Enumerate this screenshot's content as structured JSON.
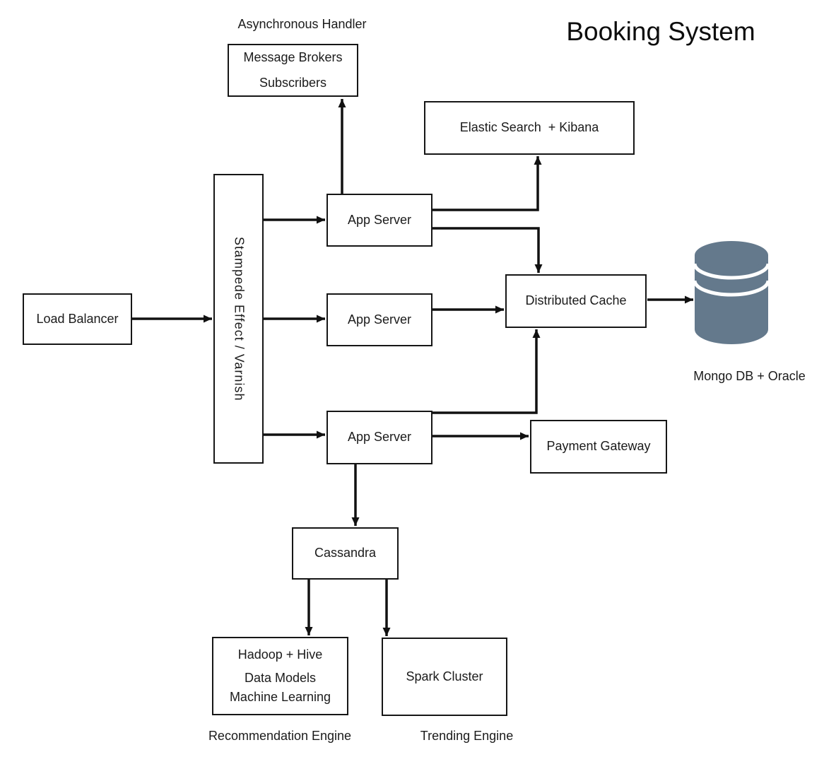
{
  "diagram": {
    "title": "Booking System",
    "background_color": "#ffffff",
    "line_color": "#111111",
    "labels": {
      "asynchronous_handler": "Asynchronous Handler",
      "mongo": "Mongo DB + Oracle",
      "recommendation": "Recommendation Engine",
      "trending": "Trending Engine"
    },
    "nodes": {
      "message_brokers": {
        "line1": "Message Brokers",
        "line2": "Subscribers"
      },
      "elastic": {
        "label": "Elastic Search  + Kibana"
      },
      "load_balancer": {
        "label": "Load Balancer"
      },
      "stampede": {
        "label": "Stampede Effect / Varnish"
      },
      "app_server_top": {
        "label": "App Server"
      },
      "app_server_mid": {
        "label": "App Server"
      },
      "app_server_bottom": {
        "label": "App Server"
      },
      "distributed_cache": {
        "label": "Distributed Cache"
      },
      "payment_gateway": {
        "label": "Payment Gateway"
      },
      "cassandra": {
        "label": "Cassandra"
      },
      "hadoop": {
        "line1": "Hadoop + Hive",
        "line2": "Data Models",
        "line3": "Machine Learning"
      },
      "spark": {
        "label": "Spark Cluster"
      }
    },
    "icons": {
      "database": {
        "name": "database-cylinder",
        "color": "#64798c",
        "stripe_color": "#ffffff"
      }
    },
    "edges": [
      {
        "from": "load_balancer",
        "to": "stampede"
      },
      {
        "from": "stampede",
        "to": "app_server_top"
      },
      {
        "from": "stampede",
        "to": "app_server_mid"
      },
      {
        "from": "stampede",
        "to": "app_server_bottom"
      },
      {
        "from": "app_server_top",
        "to": "message_brokers"
      },
      {
        "from": "app_server_top",
        "to": "elastic"
      },
      {
        "from": "app_server_top",
        "to": "distributed_cache"
      },
      {
        "from": "app_server_mid",
        "to": "distributed_cache"
      },
      {
        "from": "app_server_bottom",
        "to": "distributed_cache"
      },
      {
        "from": "app_server_bottom",
        "to": "payment_gateway"
      },
      {
        "from": "app_server_bottom",
        "to": "cassandra"
      },
      {
        "from": "distributed_cache",
        "to": "mongo_db_oracle"
      },
      {
        "from": "cassandra",
        "to": "hadoop"
      },
      {
        "from": "cassandra",
        "to": "spark"
      }
    ]
  }
}
